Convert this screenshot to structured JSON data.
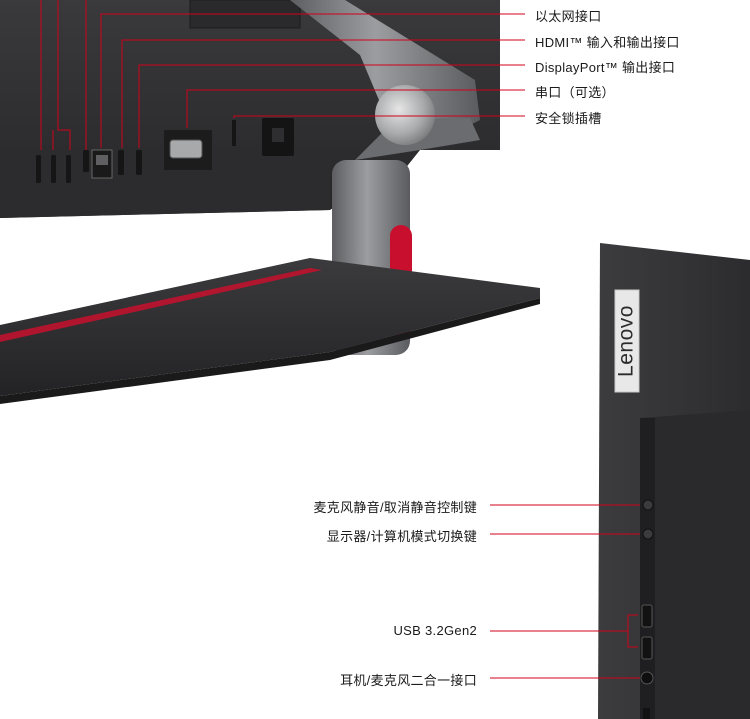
{
  "top_callouts": [
    {
      "text": "以太网接口"
    },
    {
      "text": "HDMI™ 输入和输出接口"
    },
    {
      "text": "DisplayPort™ 输出接口"
    },
    {
      "text": "串口（可选）"
    },
    {
      "text": "安全锁插槽"
    }
  ],
  "side_callouts": [
    {
      "text": "麦克风静音/取消静音控制键"
    },
    {
      "text": "显示器/计算机模式切换键"
    },
    {
      "text": "USB 3.2Gen2"
    },
    {
      "text": "耳机/麦克风二合一接口"
    }
  ],
  "brand": {
    "logo_text": "Lenovo"
  },
  "colors": {
    "callout_line": "#d0021b",
    "body": "#2f2f31",
    "stand": "#7a7b7e",
    "accent": "#c8102e"
  }
}
